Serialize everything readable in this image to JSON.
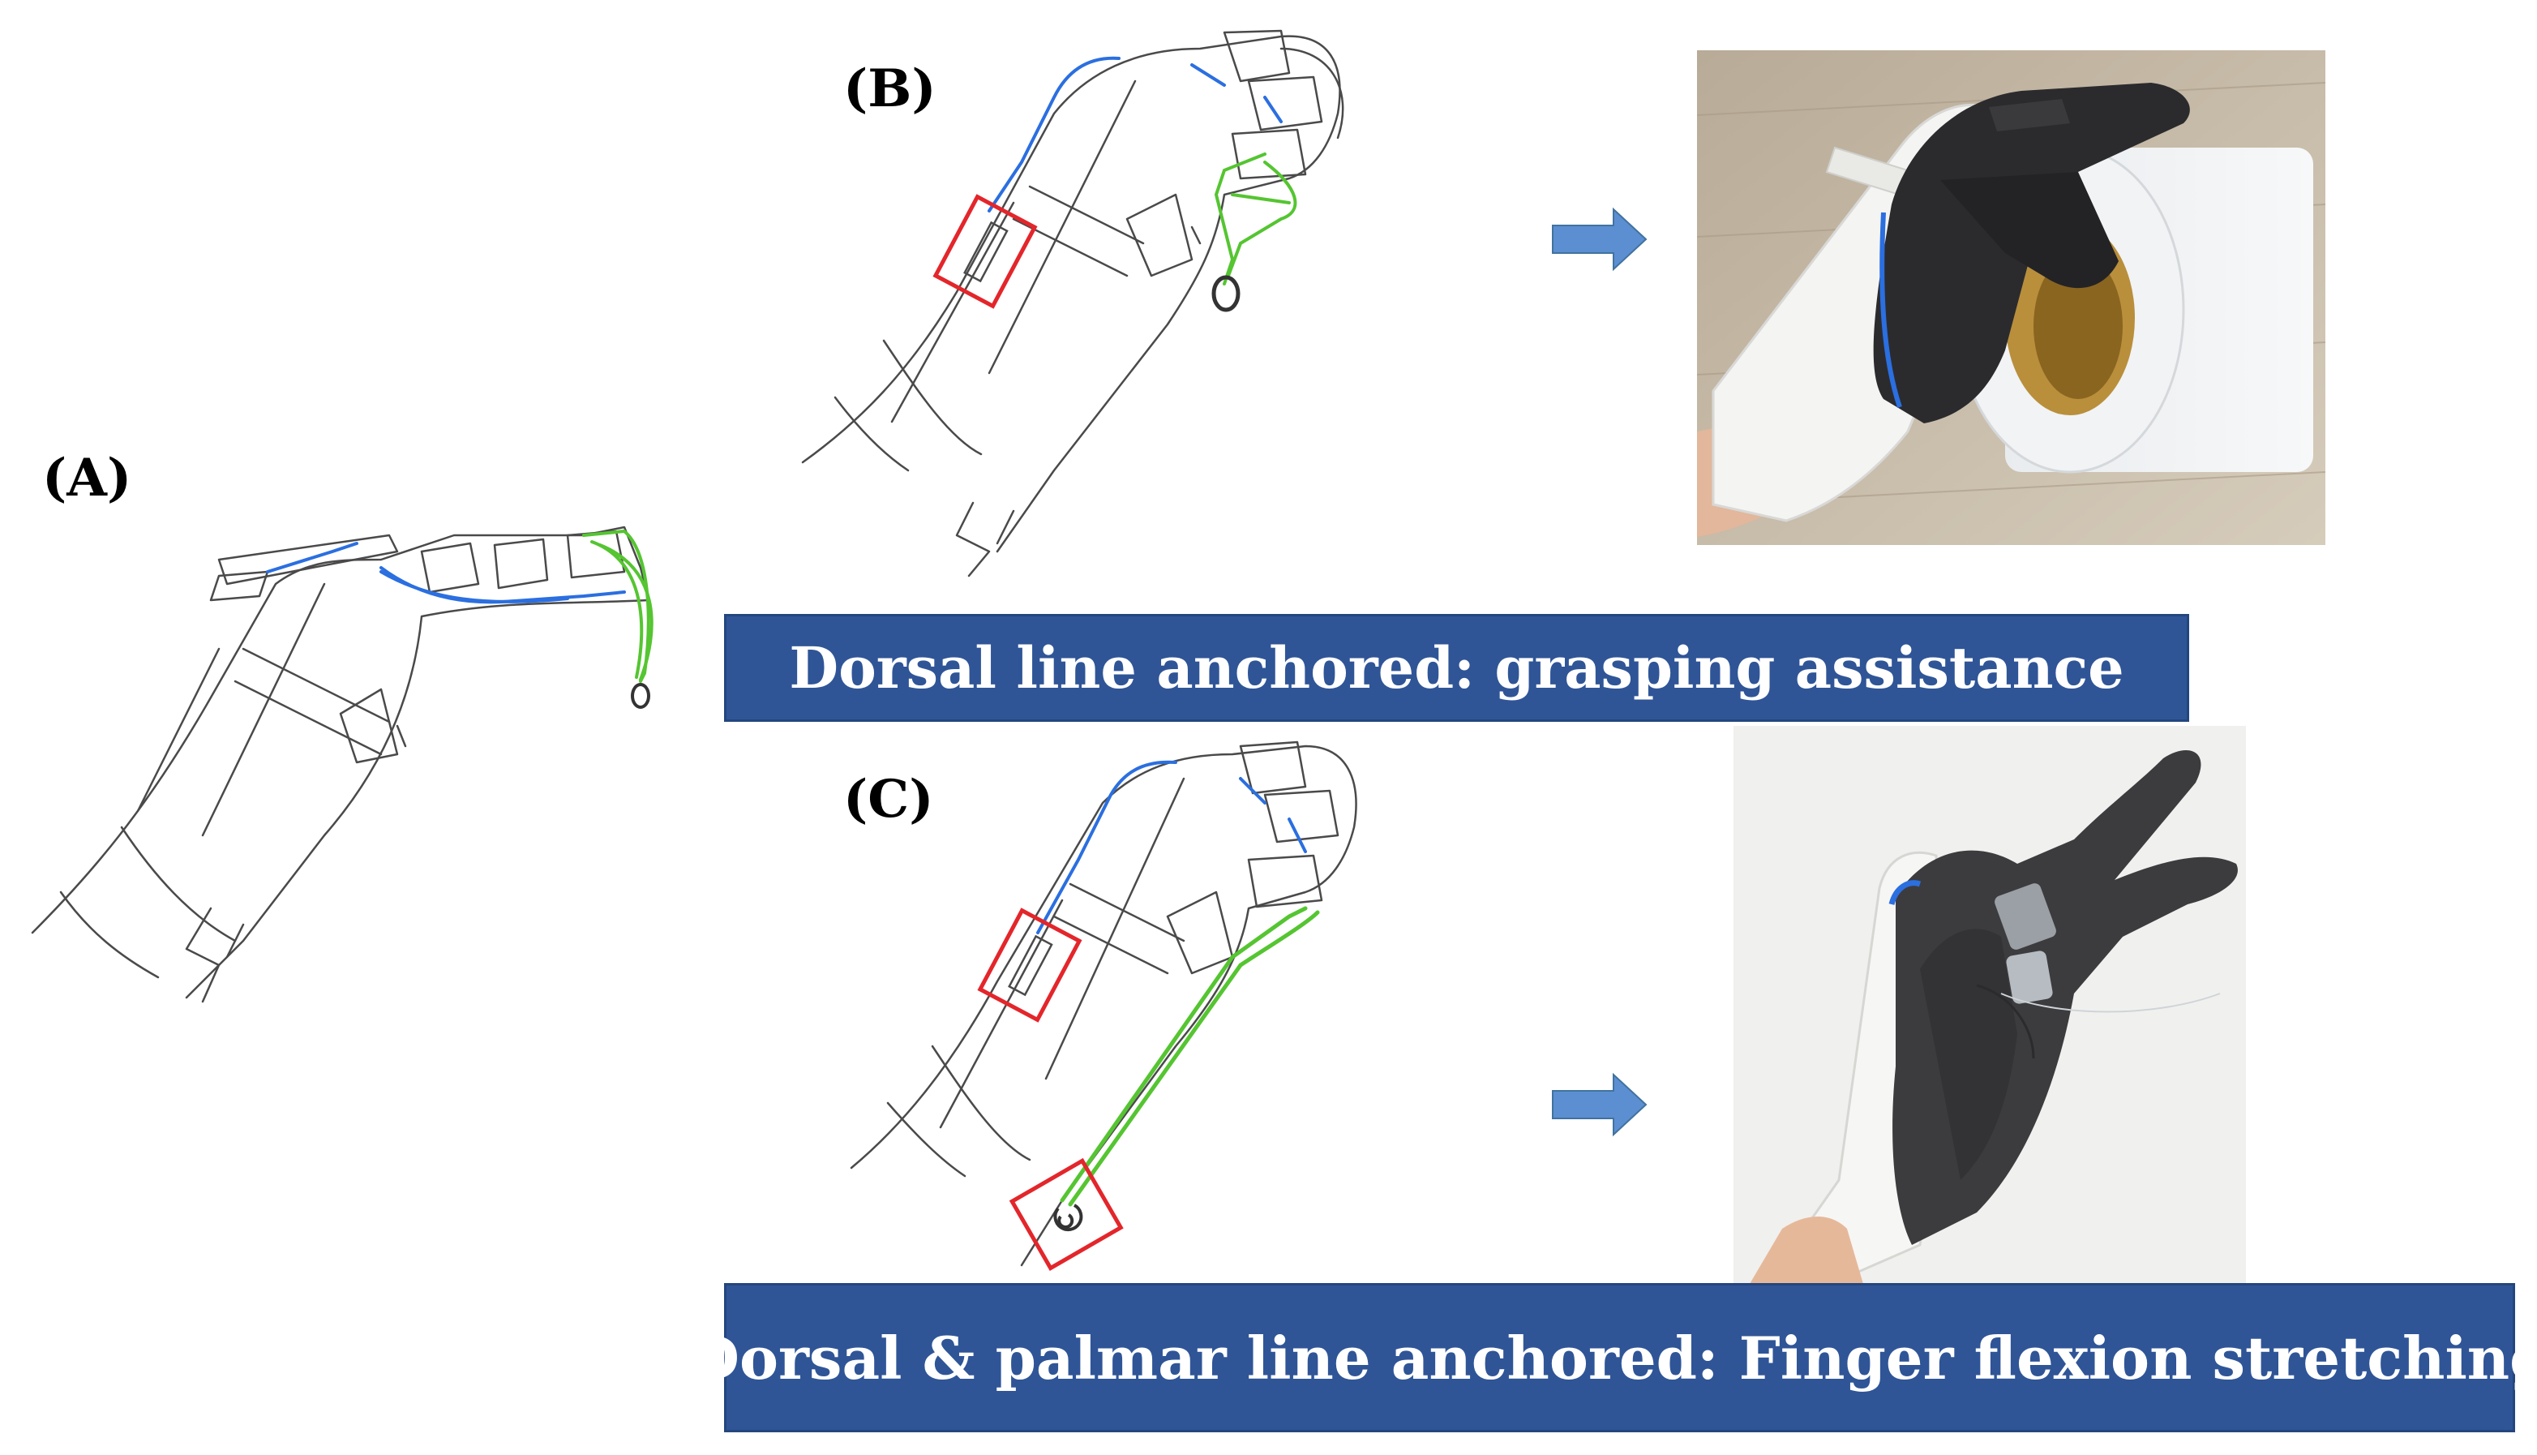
{
  "panels": {
    "a": {
      "label": "(A)"
    },
    "b": {
      "label": "(B)"
    },
    "c": {
      "label": "(C)"
    }
  },
  "banners": {
    "dorsal": "Dorsal line anchored: grasping assistance",
    "dorsal_palmar": "Dorsal & palmar line anchored: Finger flexion stretching"
  },
  "colors": {
    "dorsal_line": "#2b6fe0",
    "palmar_line": "#55c531",
    "anchor_box": "#e3262b",
    "arrow": "#5b8fd1",
    "banner": "#2f5597",
    "sketch": "#4a4a4a"
  }
}
